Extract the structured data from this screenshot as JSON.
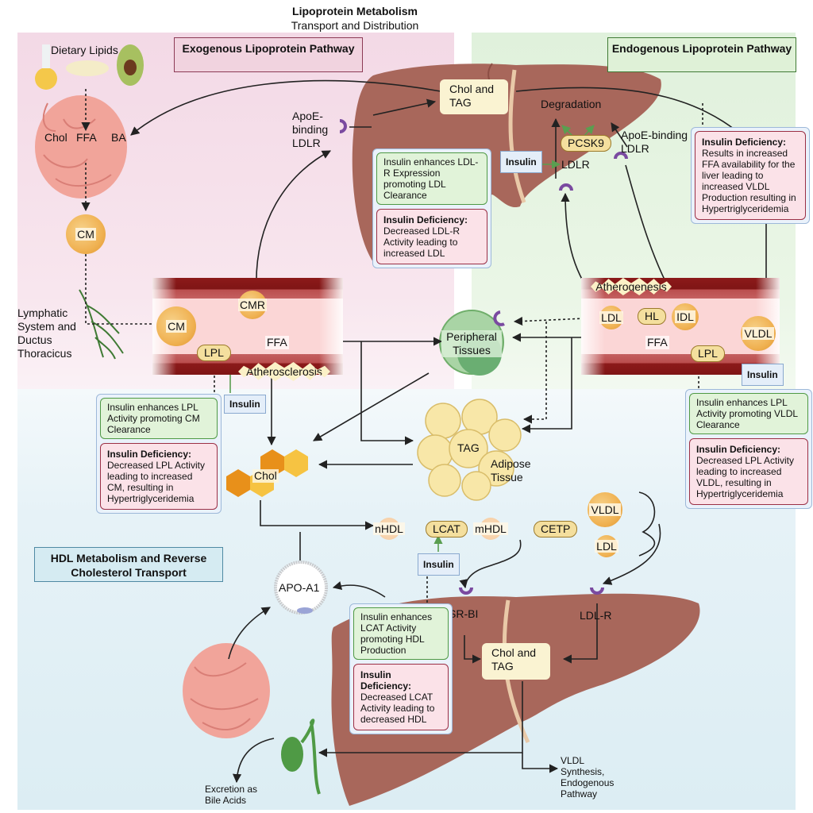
{
  "header": {
    "title": "Lipoprotein Metabolism",
    "subtitle": "Transport and Distribution"
  },
  "sections": {
    "exogenous": "Exogenous Lipoprotein Pathway",
    "endogenous": "Endogenous Lipoprotein Pathway",
    "hdl": "HDL Metabolism and Reverse Cholesterol Transport"
  },
  "exogenous": {
    "dietary_lipids": "Dietary Lipids",
    "intestine_labels": [
      "Chol",
      "FFA",
      "BA"
    ],
    "cm": "CM",
    "lymphatic": "Lymphatic System and Ductus Thoracicus",
    "vessel": {
      "cm": "CM",
      "cmr": "CMR",
      "lpl": "LPL",
      "ffa": "FFA",
      "atherosclerosis": "Atherosclerosis"
    },
    "insulin": "Insulin",
    "note": {
      "enhance": "Insulin enhances LPL Activity promoting CM Clearance",
      "deficiency_title": "Insulin Deficiency:",
      "deficiency_text": "Decreased LPL Activity leading to increased CM, resulting in Hypertriglyceridemia"
    }
  },
  "liver_top": {
    "chol_tag": "Chol and TAG",
    "apoe_left": "ApoE-binding LDLR",
    "degradation": "Degradation",
    "pcsk9": "PCSK9",
    "ldlr": "LDLR",
    "apoe_right": "ApoE-binding LDLR",
    "insulin": "Insulin",
    "note": {
      "enhance": "Insulin enhances LDL-R Expression promoting LDL Clearance",
      "deficiency_title": "Insulin Deficiency:",
      "deficiency_text": "Decreased LDL-R Activity leading to increased LDL"
    }
  },
  "endogenous": {
    "note_top": {
      "deficiency_title": "Insulin Deficiency:",
      "deficiency_text": "Results in increased FFA availability for the liver leading to increased VLDL Production resulting in Hypertriglyceridemia"
    },
    "vessel": {
      "atherogenesis": "Atherogenesis",
      "ldl": "LDL",
      "hl": "HL",
      "idl": "IDL",
      "vldl": "VLDL",
      "ffa": "FFA",
      "lpl": "LPL"
    },
    "insulin": "Insulin",
    "note": {
      "enhance": "Insulin enhances LPL Activity promoting VLDL Clearance",
      "deficiency_title": "Insulin Deficiency:",
      "deficiency_text": "Decreased LPL Activity leading to increased VLDL, resulting in Hypertriglyceridemia"
    }
  },
  "middle": {
    "peripheral": "Peripheral Tissues",
    "tag": "TAG",
    "adipose": "Adipose Tissue",
    "chol": "Chol"
  },
  "hdl": {
    "nhdl": "nHDL",
    "lcat": "LCAT",
    "mhdl": "mHDL",
    "cetp": "CETP",
    "vldl": "VLDL",
    "ldl": "LDL",
    "insulin": "Insulin",
    "apoa1": "APO-A1",
    "srbi": "SR-BI",
    "ldlr": "LDL-R",
    "chol_tag": "Chol and TAG",
    "excretion": "Excretion as Bile Acids",
    "vldl_synthesis": "VLDL Synthesis, Endogenous Pathway",
    "note": {
      "enhance": "Insulin enhances LCAT Activity promoting HDL Production",
      "deficiency_title": "Insulin Deficiency:",
      "deficiency_text": "Decreased LCAT Activity leading to decreased HDL"
    }
  },
  "colors": {
    "exogenous_bg": "#f3d9e6",
    "endogenous_bg": "#e0f1dc",
    "hdl_bg": "#dcedf3",
    "liver": "#a8675b",
    "vessel_wall": "#7f1515",
    "insulin_arrow": "#5a9e50"
  }
}
